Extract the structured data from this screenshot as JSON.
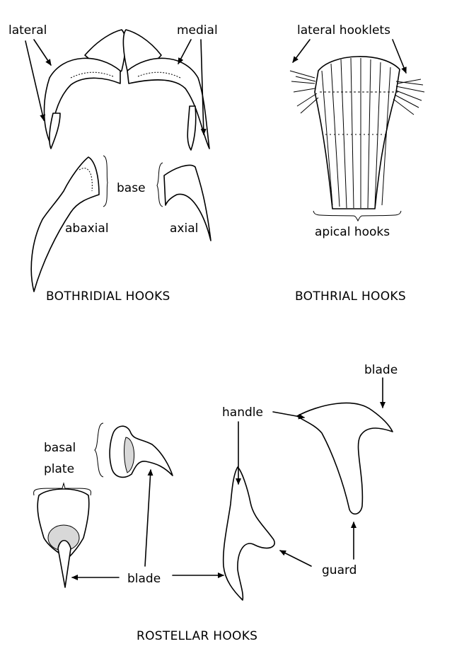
{
  "bothridial": {
    "title": "BOTHRIDIAL HOOKS",
    "labels": {
      "lateral": "lateral",
      "medial": "medial",
      "base": "base",
      "abaxial": "abaxial",
      "axial": "axial"
    }
  },
  "bothrial": {
    "title": "BOTHRIAL HOOKS",
    "labels": {
      "lateral_hooklets": "lateral hooklets",
      "apical_hooks": "apical hooks"
    }
  },
  "rostellar": {
    "title": "ROSTELLAR HOOKS",
    "labels": {
      "blade_top": "blade",
      "handle": "handle",
      "basal_1": "basal",
      "basal_2": "plate",
      "blade": "blade",
      "guard": "guard"
    }
  }
}
